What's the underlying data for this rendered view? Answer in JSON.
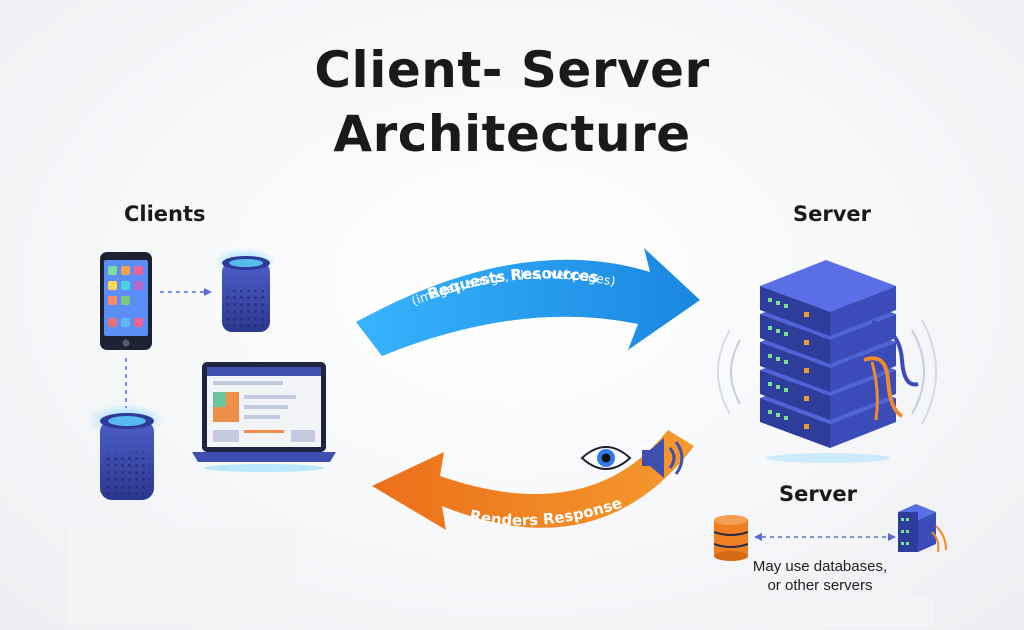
{
  "title_lines": [
    "Client- Server",
    "Architecture"
  ],
  "clients_label": "Clients",
  "server_label": "Server",
  "server2_label": "Server",
  "request_arrow": {
    "line1": "Requests Resources",
    "line2": "(images, songs, files, webpages)"
  },
  "response_arrow": {
    "label": "Renders Response"
  },
  "note_lines": [
    "May use databases,",
    "or other servers"
  ],
  "colors": {
    "request": "#1f9ce9",
    "response": "#f07f22",
    "device": "#3f4fb0",
    "accent": "#3ec6ff"
  }
}
